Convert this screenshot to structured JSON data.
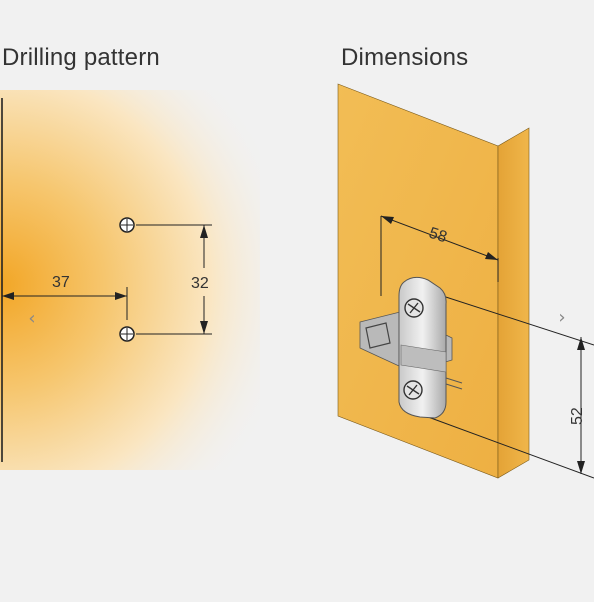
{
  "panels": {
    "left_title": "Drilling pattern",
    "right_title": "Dimensions"
  },
  "dimensions": {
    "edge_distance": "37",
    "hole_spacing": "32",
    "plate_width": "58",
    "plate_height": "52"
  },
  "navigation": {
    "prev_icon": "chevron-left-icon",
    "next_icon": "chevron-right-icon",
    "prev_glyph": "‹",
    "next_glyph": "›"
  },
  "colors": {
    "wood": "#f0b848",
    "wood_glow": "#f2a92a",
    "background": "#f1f1f1",
    "line": "#222222"
  }
}
